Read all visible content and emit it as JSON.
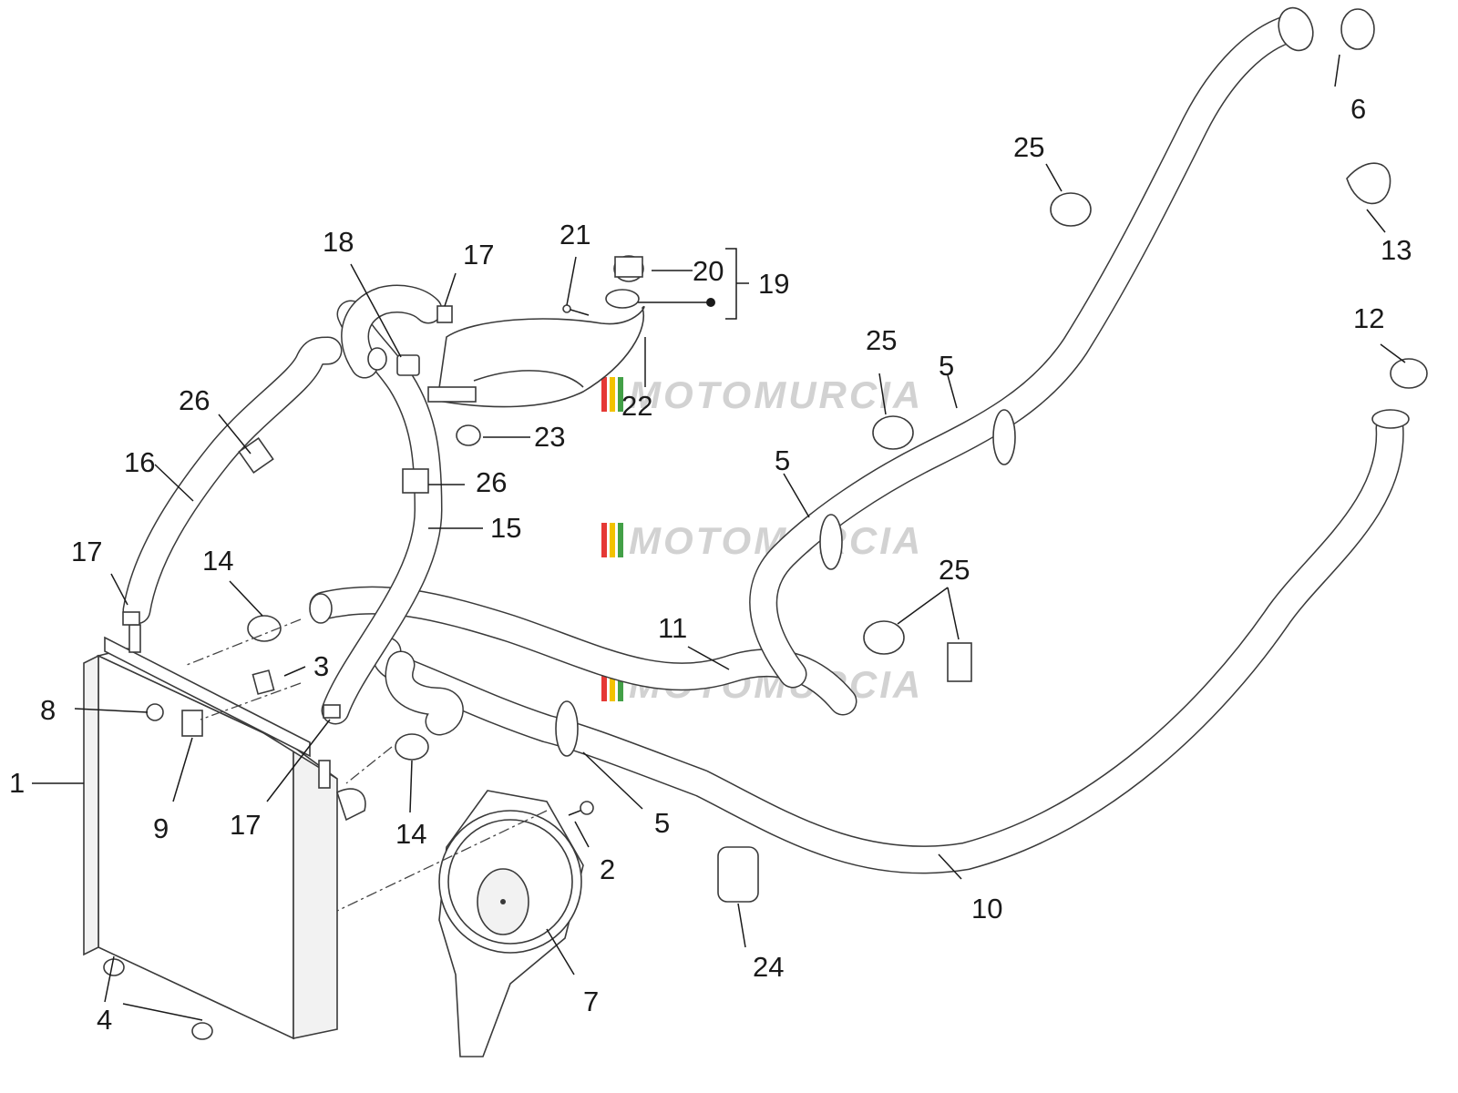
{
  "watermark": {
    "text": "MOTOMURCIA",
    "colors": [
      "#e53935",
      "#f2c200",
      "#43a047"
    ]
  },
  "callouts": [
    "1",
    "2",
    "3",
    "4",
    "5",
    "5",
    "5",
    "6",
    "7",
    "8",
    "9",
    "10",
    "11",
    "12",
    "13",
    "14",
    "14",
    "15",
    "16",
    "17",
    "17",
    "17",
    "18",
    "19",
    "20",
    "21",
    "22",
    "23",
    "24",
    "25",
    "25",
    "25",
    "26",
    "26"
  ]
}
